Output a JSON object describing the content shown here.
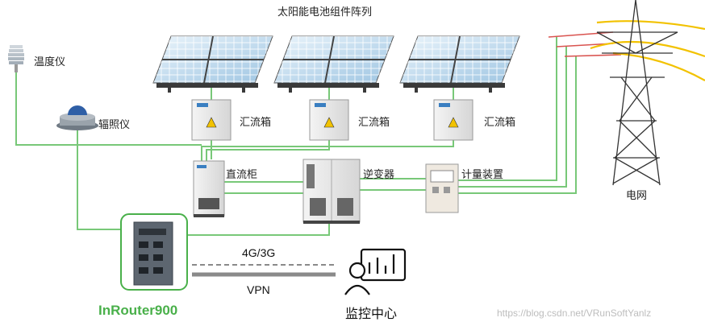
{
  "title": "太阳能电池组件阵列",
  "instruments": {
    "thermometer": "温度仪",
    "irradiance": "辐照仪"
  },
  "combiner_boxes": [
    "汇流箱",
    "汇流箱",
    "汇流箱"
  ],
  "dc_cabinet": "直流柜",
  "inverter": "逆变器",
  "meter": "计量装置",
  "grid": "电网",
  "router": "InRouter900",
  "link": {
    "upper": "4G/3G",
    "lower": "VPN"
  },
  "monitor_center": "监控中心",
  "watermark": "https://blog.csdn.net/VRunSoftYanlz",
  "colors": {
    "wire_green": "#78c878",
    "router_green": "#49b04a",
    "grid_red": "#d9534f",
    "grid_yellow": "#f2c200"
  }
}
